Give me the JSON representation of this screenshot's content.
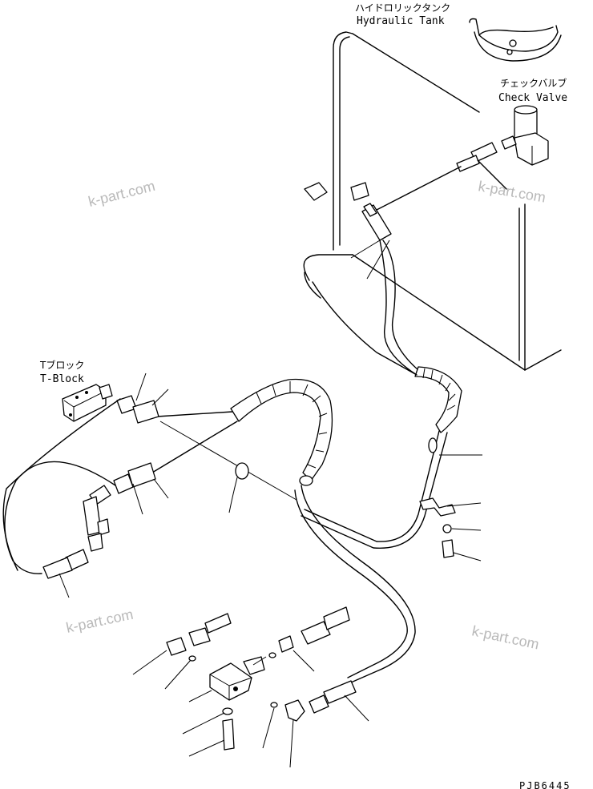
{
  "labels": {
    "hydraulic_tank_jp": "ハイドロリックタンク",
    "hydraulic_tank_en": "Hydraulic Tank",
    "check_valve_jp": "チェックバルブ",
    "check_valve_en": "Check Valve",
    "t_block_jp": "Tブロック",
    "t_block_en": "T-Block"
  },
  "watermarks": [
    "k-part.com",
    "k-part.com",
    "k-part.com",
    "k-part.com"
  ],
  "drawing_code": "PJB6445"
}
